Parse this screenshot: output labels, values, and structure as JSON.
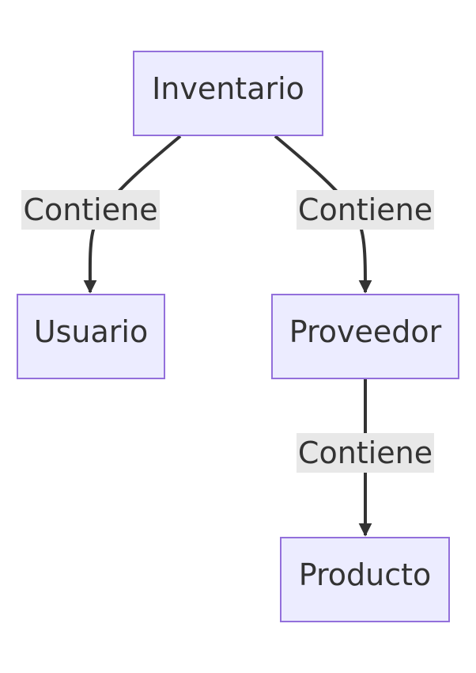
{
  "nodes": {
    "inventario": "Inventario",
    "usuario": "Usuario",
    "proveedor": "Proveedor",
    "producto": "Producto"
  },
  "edges": {
    "inventario_usuario": "Contiene",
    "inventario_proveedor": "Contiene",
    "proveedor_producto": "Contiene"
  },
  "colors": {
    "node_fill": "#ececff",
    "node_border": "#9370db",
    "edge": "#333333",
    "label_background": "#e8e8e8"
  }
}
